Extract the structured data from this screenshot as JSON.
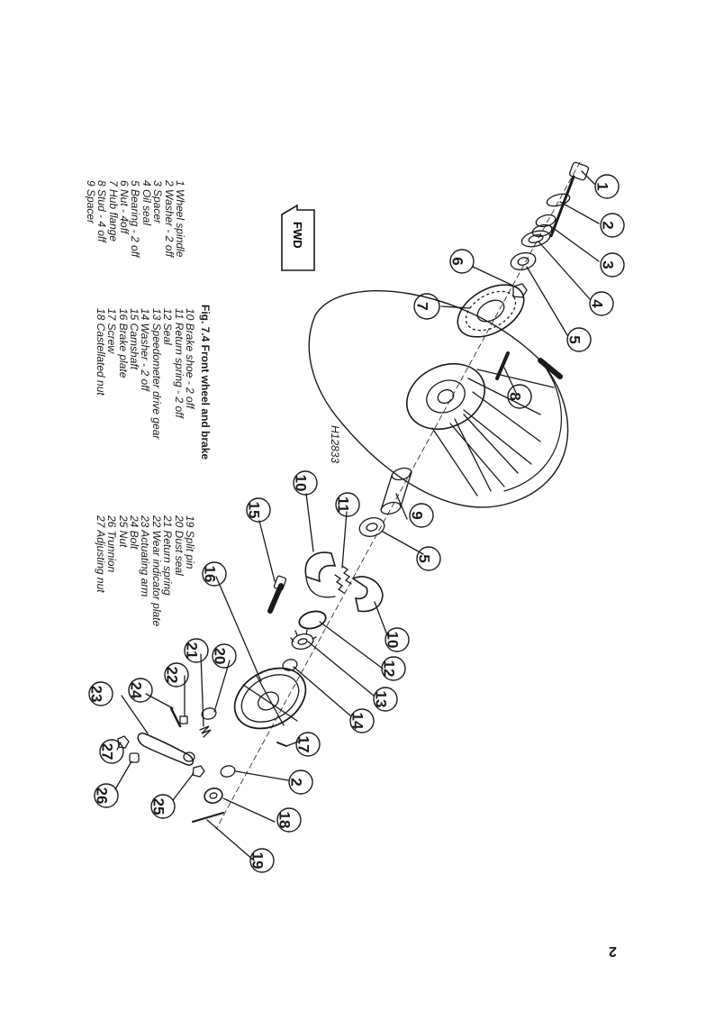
{
  "figure": {
    "caption": "Fig. 7.4 Front wheel and brake",
    "reference": "H12833",
    "direction_label": "FWD",
    "page_number": "2"
  },
  "legend": {
    "column1": [
      "1  Wheel spindle",
      "2  Washer - 2 off",
      "3  Spacer",
      "4  Oil seal",
      "5  Bearing - 2 off",
      "6  Nut - 4off",
      "7  Hub flange",
      "8  Stud - 4 off",
      "9  Spacer"
    ],
    "column2": [
      "10 Brake shoe - 2 off",
      "11 Return spring - 2 off",
      "12 Seal",
      "13 Speedometer drive gear",
      "14 Washer - 2 off",
      "15 Camshaft",
      "16 Brake plate",
      "17 Screw",
      "18 Castellated nut"
    ],
    "column3": [
      "19 Split pin",
      "20 Dust seal",
      "21 Return spring",
      "22 Wear indicator plate",
      "23 Actuating arm",
      "24 Bolt",
      "25 Nut",
      "26 Trunnion",
      "27 Adjusting nut"
    ]
  },
  "callouts": [
    {
      "label": "1"
    },
    {
      "label": "2"
    },
    {
      "label": "3"
    },
    {
      "label": "4"
    },
    {
      "label": "5"
    },
    {
      "label": "6"
    },
    {
      "label": "7"
    },
    {
      "label": "8"
    },
    {
      "label": "9"
    },
    {
      "label": "10"
    },
    {
      "label": "11"
    },
    {
      "label": "5"
    },
    {
      "label": "10"
    },
    {
      "label": "12"
    },
    {
      "label": "13"
    },
    {
      "label": "14"
    },
    {
      "label": "15"
    },
    {
      "label": "16"
    },
    {
      "label": "17"
    },
    {
      "label": "2"
    },
    {
      "label": "18"
    },
    {
      "label": "19"
    },
    {
      "label": "20"
    },
    {
      "label": "21"
    },
    {
      "label": "22"
    },
    {
      "label": "23"
    },
    {
      "label": "24"
    },
    {
      "label": "25"
    },
    {
      "label": "26"
    },
    {
      "label": "27"
    }
  ],
  "colors": {
    "ink": "#1a1a1a",
    "paper": "#ffffff"
  }
}
